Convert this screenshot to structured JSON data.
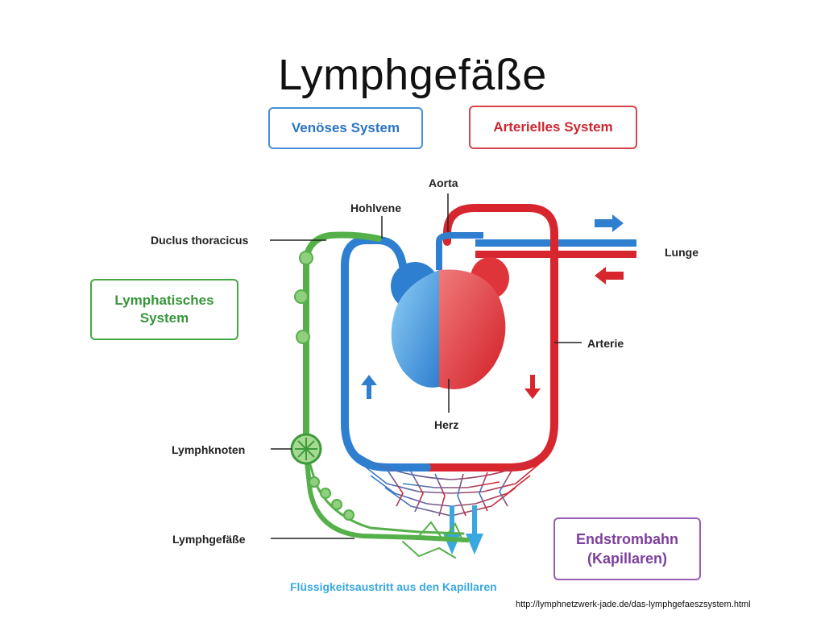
{
  "title": "Lymphgefäße",
  "boxes": {
    "venous": "Venöses System",
    "arterial": "Arterielles System",
    "lymphatic": "Lymphatisches System",
    "capillary_bed": "Endstrombahn (Kapillaren)"
  },
  "labels": {
    "ductus": "Duclus thoracicus",
    "hohlvene": "Hohlvene",
    "aorta": "Aorta",
    "lunge": "Lunge",
    "arterie": "Arterie",
    "herz": "Herz",
    "lymphknoten": "Lymphknoten",
    "lymphgefaesse": "Lymphgefäße"
  },
  "fluid_note": "Flüssigkeitsaustritt aus den Kapillaren",
  "source_url": "http://lymphnetzwerk-jade.de/das-lymphgefaeszsystem.html",
  "colors": {
    "venous": "#2f7fd0",
    "arterial": "#d8262e",
    "lymphatic": "#55b04a",
    "capillary": "#9a5bb5",
    "fluid": "#3aa8e0"
  }
}
